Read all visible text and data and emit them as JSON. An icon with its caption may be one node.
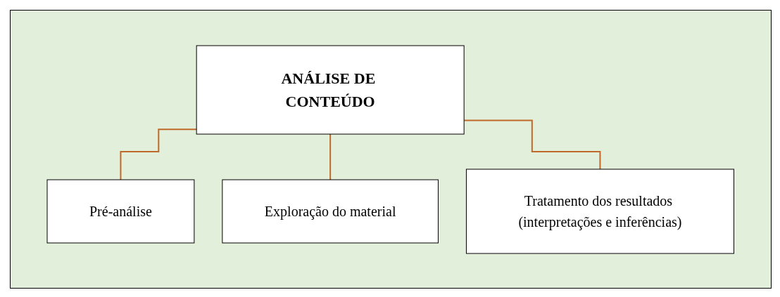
{
  "diagram": {
    "nodes": [
      {
        "text": [
          "ANÁLISE DE CONTEÚDO"
        ]
      },
      {
        "text": [
          "Pré-análise"
        ]
      },
      {
        "text": [
          "Exploração do material"
        ]
      },
      {
        "text": [
          "Tratamento dos resultados (interpretações e inferências)"
        ]
      }
    ],
    "edges": [
      {
        "from": 0,
        "to": 1,
        "arrow": "none"
      },
      {
        "from": 0,
        "to": 2,
        "arrow": "none"
      },
      {
        "from": 0,
        "to": 3,
        "arrow": "none"
      }
    ]
  }
}
